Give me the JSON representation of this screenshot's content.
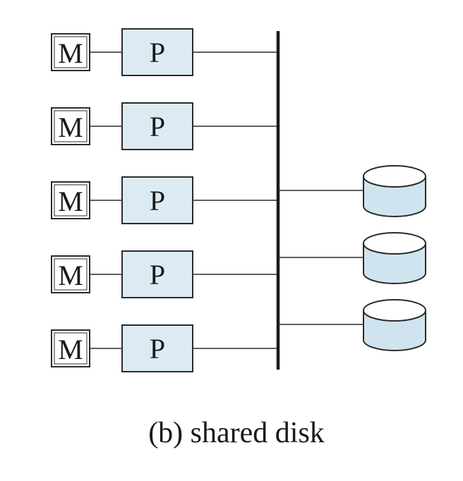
{
  "diagram": {
    "memory_label": "M",
    "processor_label": "P",
    "processor_count": 5,
    "disk_count": 3,
    "caption": "(b) shared disk",
    "colors": {
      "processor_fill": "#dcebf3",
      "disk_fill": "#cfe4ee",
      "line": "#2b2b2b"
    }
  }
}
